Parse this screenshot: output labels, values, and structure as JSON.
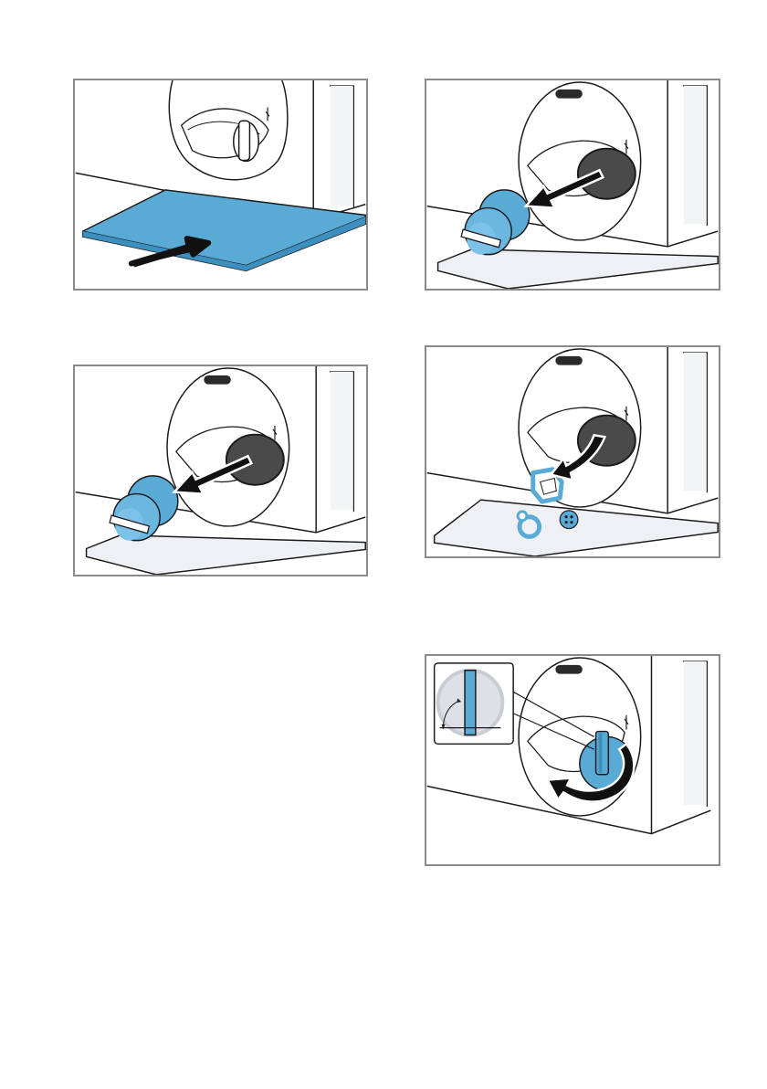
{
  "illustrations": [
    {
      "id": "step-1",
      "depicts": [
        "flat-container-icon",
        "push-arrow-icon"
      ]
    },
    {
      "id": "step-2",
      "depicts": [
        "drain-pump-cap-icon",
        "pull-arrow-icon"
      ]
    },
    {
      "id": "step-3",
      "depicts": [
        "drain-pump-cap-icon",
        "pull-arrow-icon"
      ]
    },
    {
      "id": "step-4",
      "depicts": [
        "foreign-objects-icon",
        "curved-arrow-icon"
      ]
    },
    {
      "id": "step-5",
      "depicts": [
        "drain-pump-cap-icon",
        "rotate-arrow-icon",
        "detail-inset-icon"
      ]
    }
  ],
  "colors": {
    "accent_blue": "#5aaad6",
    "outline": "#1a1a1a",
    "frame": "#8a8a8a",
    "tray": "#eef0f4",
    "dark_opening": "#4a4a4a"
  }
}
